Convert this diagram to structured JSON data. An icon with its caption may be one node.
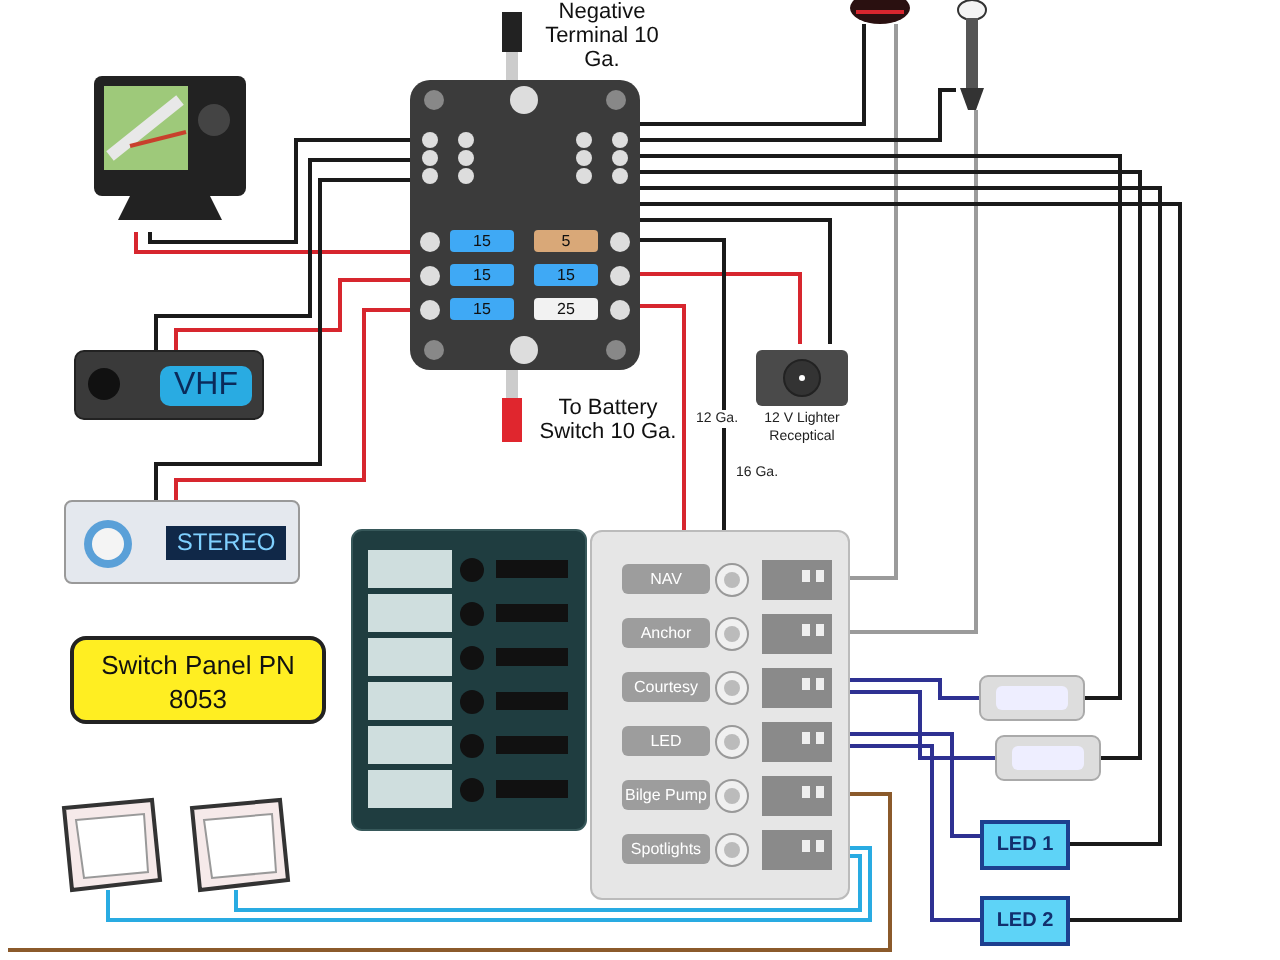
{
  "diagram": {
    "nodes": [
      {
        "text": [],
        "shape": "picture",
        "beside": [
          "Negative Terminal 10 Ga.",
          "To Battery Switch 10 Ga."
        ]
      },
      {
        "text": [],
        "shape": "picture"
      },
      {
        "text": [
          "VHF"
        ]
      },
      {
        "text": [
          "STEREO"
        ]
      },
      {
        "text": [
          "12 V Lighter Receptical"
        ]
      },
      {
        "text": [],
        "shape": "box"
      },
      {
        "text": [
          "NAV"
        ],
        "in": 5
      },
      {
        "text": [
          "Anchor"
        ],
        "in": 5
      },
      {
        "text": [
          "Courtesy"
        ],
        "in": 5
      },
      {
        "text": [
          "LED"
        ],
        "in": 5
      },
      {
        "text": [
          "Bilge Pump"
        ],
        "in": 5
      },
      {
        "text": [
          "Spotlights"
        ],
        "in": 5
      },
      {
        "text": [],
        "shape": "picture"
      },
      {
        "text": [],
        "shape": "picture"
      },
      {
        "text": [],
        "shape": "picture"
      },
      {
        "text": [],
        "shape": "picture"
      },
      {
        "text": [
          "LED 1"
        ]
      },
      {
        "text": [
          "LED 2"
        ]
      },
      {
        "text": [],
        "shape": "picture"
      },
      {
        "text": [],
        "shape": "picture"
      },
      {
        "text": [
          "Switch Panel PN 8053"
        ]
      }
    ],
    "edges": [
      {
        "from": 0,
        "to": 1,
        "arrow": "none",
        "color": "#d7262e"
      },
      {
        "from": 0,
        "to": 1,
        "arrow": "none"
      },
      {
        "from": 0,
        "to": 2,
        "arrow": "none",
        "color": "#d7262e"
      },
      {
        "from": 0,
        "to": 2,
        "arrow": "none"
      },
      {
        "from": 0,
        "to": 3,
        "arrow": "none",
        "color": "#d7262e"
      },
      {
        "from": 0,
        "to": 3,
        "arrow": "none"
      },
      {
        "from": 0,
        "to": 4,
        "arrow": "none",
        "color": "#d7262e"
      },
      {
        "from": 0,
        "to": 4,
        "arrow": "none"
      },
      {
        "from": 0,
        "to": 5,
        "arrow": "none",
        "label": "12 Ga.",
        "color": "#d7262e"
      },
      {
        "from": 0,
        "to": 5,
        "arrow": "none",
        "label": "16 Ga."
      },
      {
        "from": 6,
        "to": 12,
        "arrow": "none",
        "color": "#9b9b9b"
      },
      {
        "from": 7,
        "to": 13,
        "arrow": "none",
        "color": "#9b9b9b"
      },
      {
        "from": 8,
        "to": 14,
        "arrow": "none",
        "color": "#2e3192"
      },
      {
        "from": 8,
        "to": 15,
        "arrow": "none",
        "color": "#2e3192"
      },
      {
        "from": 9,
        "to": 16,
        "arrow": "none",
        "color": "#2e3192"
      },
      {
        "from": 9,
        "to": 17,
        "arrow": "none",
        "color": "#2e3192"
      },
      {
        "from": 10,
        "to": null,
        "arrow": "none",
        "color": "#8b5a2b"
      },
      {
        "from": 11,
        "to": 18,
        "arrow": "none",
        "color": "#29abe2"
      },
      {
        "from": 11,
        "to": 19,
        "arrow": "none",
        "color": "#29abe2"
      },
      {
        "from": 0,
        "to": 12,
        "arrow": "none"
      },
      {
        "from": 0,
        "to": 13,
        "arrow": "none"
      },
      {
        "from": 0,
        "to": 14,
        "arrow": "none"
      },
      {
        "from": 0,
        "to": 15,
        "arrow": "none"
      },
      {
        "from": 0,
        "to": 16,
        "arrow": "none"
      },
      {
        "from": 0,
        "to": 17,
        "arrow": "none"
      }
    ],
    "labels": [
      "15",
      "5",
      "15",
      "15",
      "15",
      "25"
    ]
  }
}
